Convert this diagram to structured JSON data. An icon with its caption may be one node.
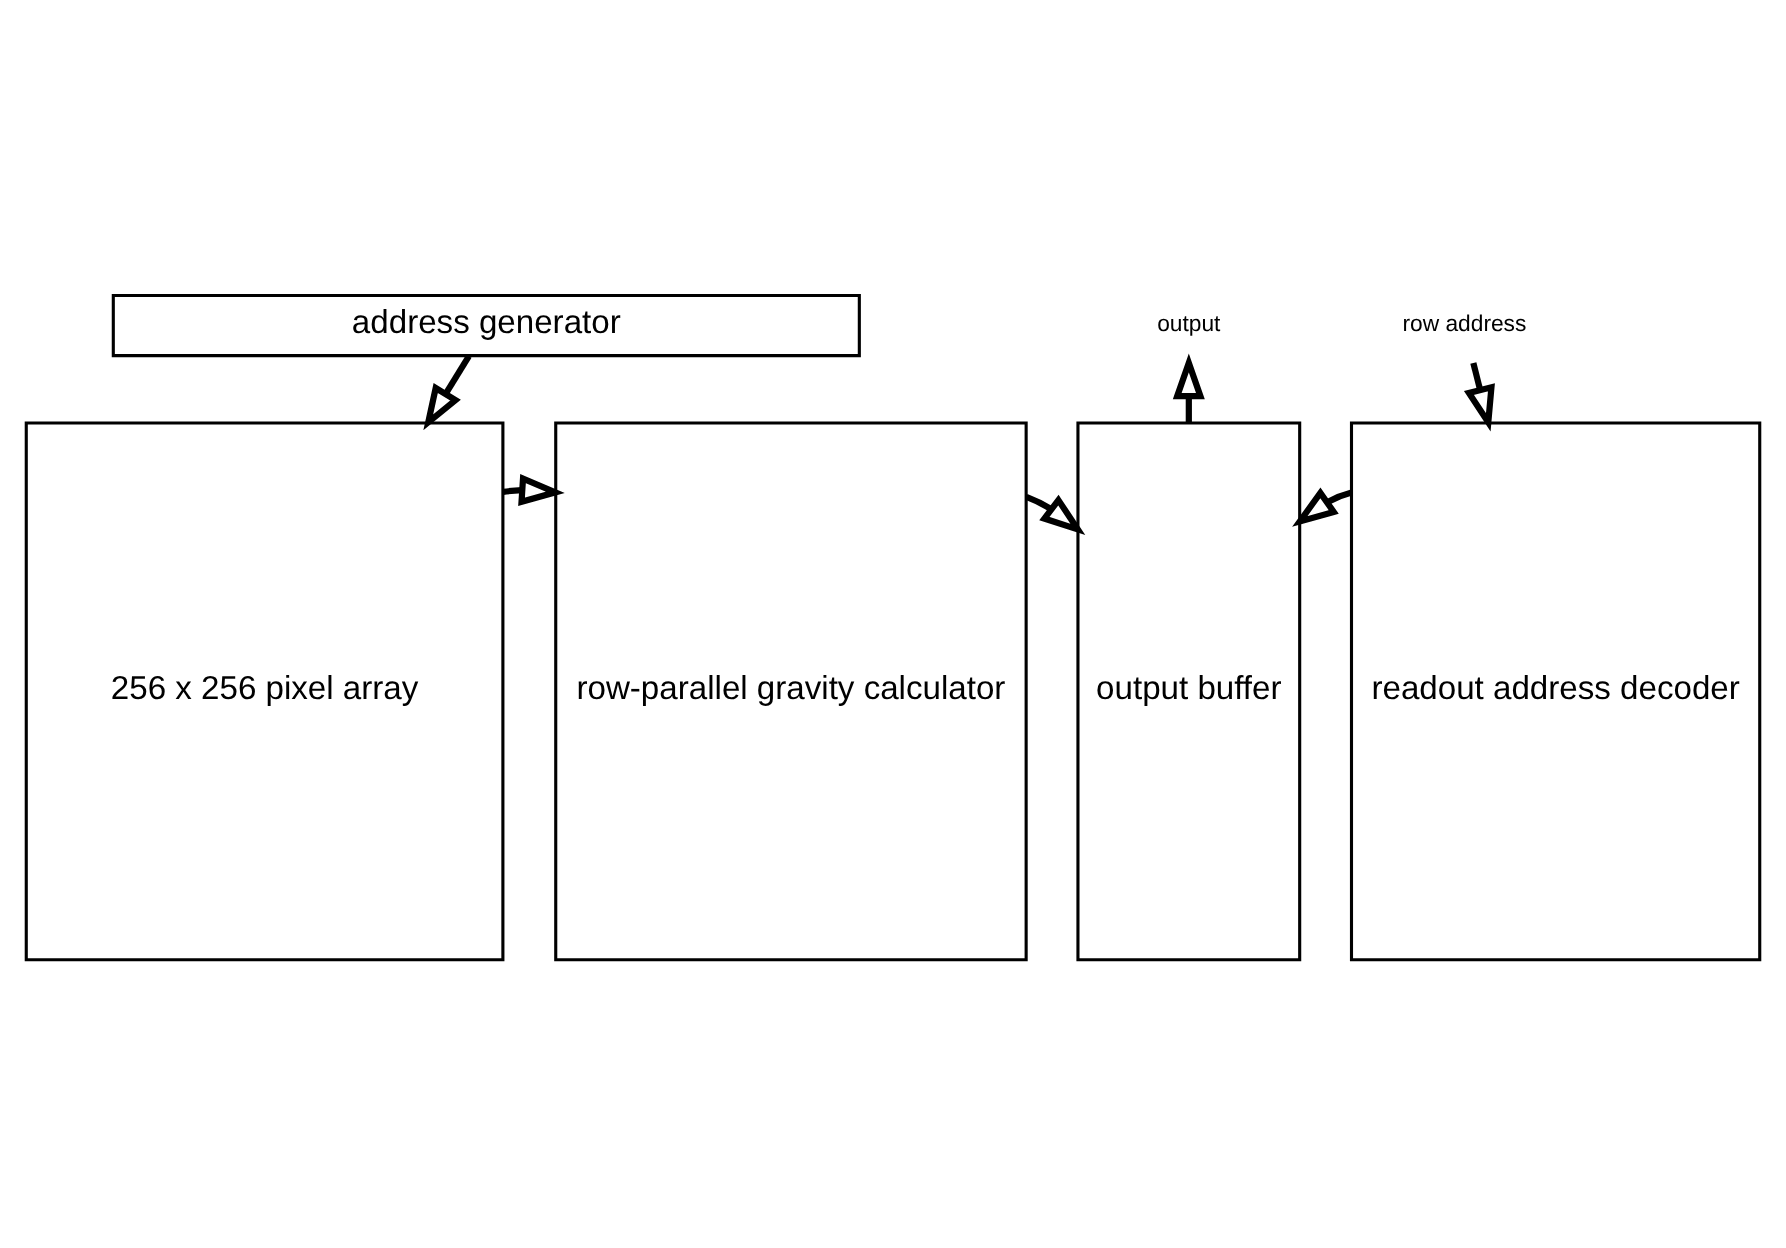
{
  "diagram": {
    "nodes": [
      {
        "text": [
          "address generator"
        ]
      },
      {
        "text": [
          "256 x 256 pixel array"
        ]
      },
      {
        "text": [
          "row-parallel gravity calculator"
        ]
      },
      {
        "text": [
          "output buffer"
        ]
      },
      {
        "text": [
          "readout address decoder"
        ]
      },
      {
        "text": [
          "output"
        ]
      },
      {
        "text": [
          "row address"
        ]
      }
    ],
    "edges": [
      {
        "from": 0,
        "to": 1,
        "arrow": "to"
      },
      {
        "from": 1,
        "to": 2,
        "arrow": "to"
      },
      {
        "from": 2,
        "to": 3,
        "arrow": "to"
      },
      {
        "from": 4,
        "to": 3,
        "arrow": "to"
      },
      {
        "from": 3,
        "to": 5,
        "arrow": "to"
      },
      {
        "from": 6,
        "to": 4,
        "arrow": "to"
      }
    ]
  }
}
